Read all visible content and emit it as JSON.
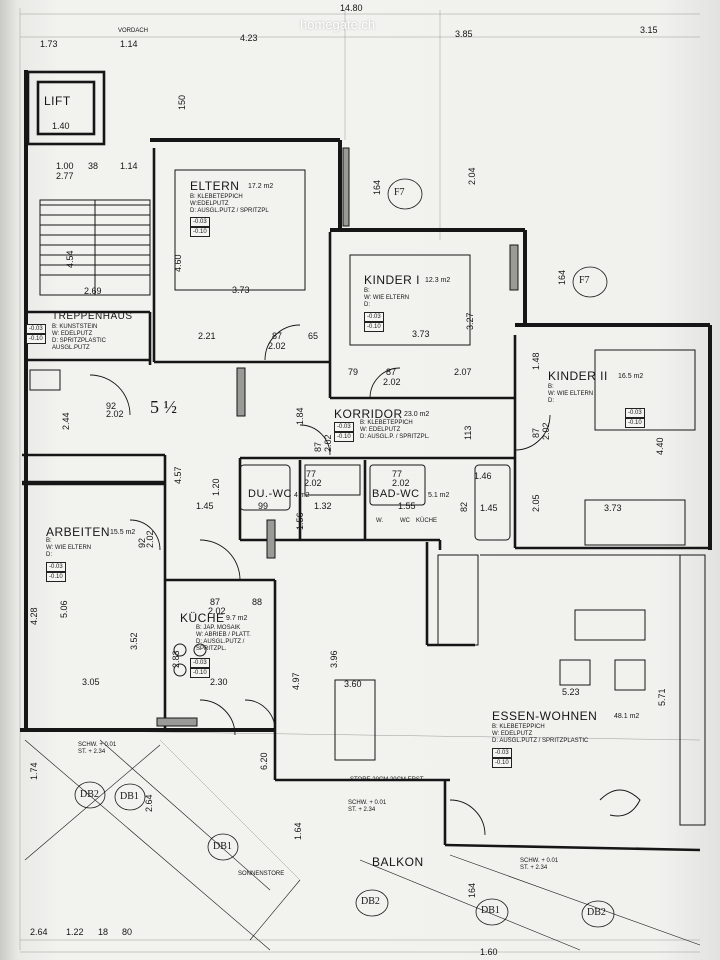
{
  "watermark": "homegate.ch",
  "rooms": {
    "eltern": {
      "name": "ELTERN",
      "area": "17.2 m2",
      "spec": "B: KLEBETEPPICH\nW:EDELPUTZ\nD: AUSGL.PUTZ / SPRITZPL",
      "levels": [
        "-0.03",
        "-0.10"
      ]
    },
    "kinder1": {
      "name": "KINDER I",
      "area": "12.3 m2",
      "spec": "B:\nW: WIE ELTERN\nD:",
      "levels": [
        "-0.03",
        "-0.10"
      ]
    },
    "kinder2": {
      "name": "KINDER II",
      "area": "16.5 m2",
      "spec": "B:\nW: WIE ELTERN\nD:",
      "levels": [
        "-0.03",
        "-0.10"
      ]
    },
    "korridor": {
      "name": "KORRIDOR",
      "area": "23.0 m2",
      "spec": "B: KLEBETEPPICH\nW: EDELPUTZ\nD: AUSGL.P. / SPRITZPL.",
      "levels": [
        "-0.03",
        "-0.10"
      ]
    },
    "treppenhaus": {
      "name": "TREPPENHAUS",
      "spec": "B: KUNSTSTEIN\nW: EDELPUTZ\nD: SPRITZPLASTIC\nAUSGL.PUTZ",
      "levels": [
        "-0.03",
        "-0.10"
      ]
    },
    "lift": {
      "name": "LIFT"
    },
    "duwc": {
      "name": "DU.-WC",
      "area": "4 m2"
    },
    "badwc": {
      "name": "BAD-WC",
      "area": "5.1 m2"
    },
    "arbeiten": {
      "name": "ARBEITEN",
      "area": "15.5 m2",
      "spec": "B:\nW: WIE ELTERN\nD:",
      "levels": [
        "-0.03",
        "-0.10"
      ]
    },
    "kuche": {
      "name": "KÜCHE",
      "area": "9.7 m2",
      "spec": "B: JAP. MOSAIK\nW: ABRIEB / PLATT.\nD: AUSGL.PUTZ /\nSPRITZPL.",
      "levels": [
        "-0.03",
        "-0.10"
      ]
    },
    "essen": {
      "name": "ESSEN-WOHNEN",
      "area": "48.1 m2",
      "spec": "B: KLEBETEPPICH\nW: EDELPUTZ\nD: AUSGL.PUTZ / SPRITZPLASTIC",
      "levels": [
        "-0.03",
        "-0.10"
      ]
    },
    "balkon": {
      "name": "BALKON"
    }
  },
  "room_count": "5 ½",
  "fixtures": {
    "wm": "W.",
    "wc": "WC",
    "kuche_fix": "KÜCHE"
  },
  "notes": {
    "vordach": "VORDACH",
    "sonnenstore": "SONNENSTORE",
    "store": "STORE 20CM 20CM ERST",
    "schw1": "SCHW. + 0.01\nST. + 2.34",
    "schw2": "SCHW. + 0.01\nST. + 2.34",
    "schw3": "SCHW. + 0.01\nST. + 2.34"
  },
  "tags": {
    "f7a": "F7",
    "f7b": "F7",
    "db2a": "DB2",
    "db1a": "DB1",
    "db1b": "DB1",
    "db2b": "DB2",
    "db1c": "DB1",
    "db2c": "DB2"
  },
  "dims": {
    "top_total": "14.80",
    "t1": "1.73",
    "t2": "1.14",
    "t3": "4.23",
    "t4": "3.85",
    "t5": "3.15",
    "lift_w": "1.40",
    "h150": "150",
    "h204": "2.04",
    "h164": "164",
    "h164b": "164",
    "d38": "38",
    "d114": "1.14",
    "d100": "1.00",
    "d277": "2.77",
    "stair454": "4.54",
    "d269": "2.69",
    "e460": "4.60",
    "e373": "3.73",
    "e221": "2.21",
    "e87": "87",
    "e202": "2.02",
    "e65": "65",
    "k1_373": "3.73",
    "k1_327": "3.27",
    "k1_87": "87",
    "k1_202": "2.02",
    "k1_207": "2.07",
    "k1_79": "79",
    "k2_440": "4.40",
    "k2_373": "3.73",
    "k2_87": "87",
    "k2_202": "2.02",
    "k2_205": "2.05",
    "k2_148": "1.48",
    "c244": "2.44",
    "c92": "92",
    "c202": "2.02",
    "c184": "1.84",
    "c113": "113",
    "c87": "87",
    "c202b": "2.02",
    "c457": "4.57",
    "c120": "1.20",
    "c145": "1.45",
    "c145b": "1.45",
    "w99": "99",
    "w77": "77",
    "w202": "2.02",
    "w77b": "77",
    "w202b": "2.02",
    "w132": "1.32",
    "w155": "1.55",
    "w156": "1.56",
    "w82": "82",
    "w146": "1.46",
    "a428": "4.28",
    "a506": "5.06",
    "a352": "3.52",
    "a305": "3.05",
    "a92": "92",
    "a202": "2.02",
    "k87": "87",
    "k202": "2.02",
    "k88": "88",
    "k230": "2.30",
    "k283": "2.83",
    "e497": "4.97",
    "e360": "3.60",
    "e523": "5.23",
    "e571": "5.71",
    "e396": "3.96",
    "b174": "1.74",
    "b264": "2.64",
    "b164": "1.64",
    "b620": "6.20",
    "bot_264": "2.64",
    "bot_122": "1.22",
    "bot_18": "18",
    "bot_80": "80",
    "bot_160": "1.60",
    "bot_164": "164"
  }
}
